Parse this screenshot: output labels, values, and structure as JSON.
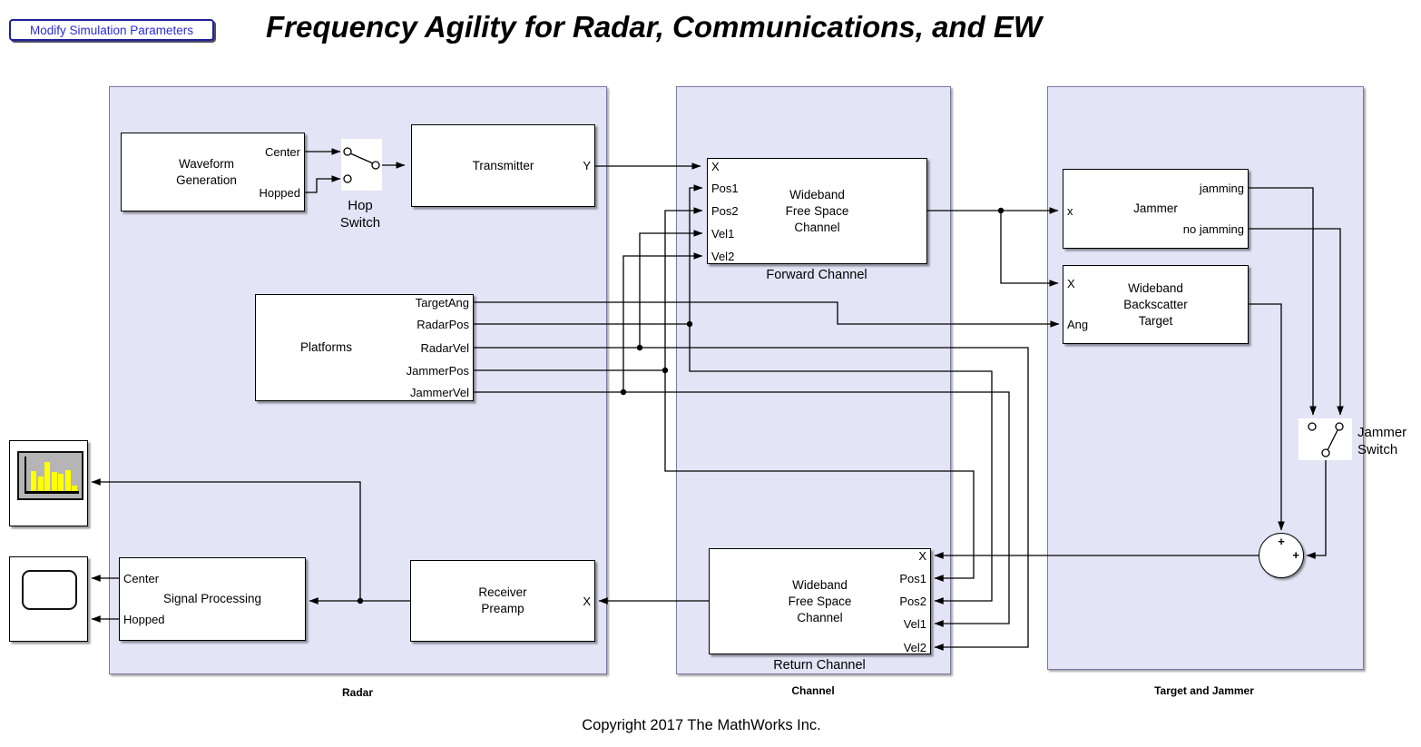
{
  "toolbar": {
    "modify_button_label": "Modify Simulation Parameters"
  },
  "title": "Frequency Agility for Radar, Communications, and EW",
  "copyright": "Copyright 2017 The MathWorks Inc.",
  "regions": {
    "radar": {
      "label": "Radar"
    },
    "channel": {
      "label": "Channel"
    },
    "target_jammer": {
      "label": "Target and Jammer"
    }
  },
  "blocks": {
    "waveform_generation": {
      "name": [
        "Waveform",
        "Generation"
      ],
      "out_ports": [
        "Center",
        "Hopped"
      ]
    },
    "hop_switch": {
      "label": [
        "Hop",
        "Switch"
      ]
    },
    "transmitter": {
      "name": "Transmitter",
      "out_port": "Y"
    },
    "forward_channel": {
      "name": [
        "Wideband",
        "Free Space",
        "Channel"
      ],
      "caption": "Forward Channel",
      "in_ports": [
        "X",
        "Pos1",
        "Pos2",
        "Vel1",
        "Vel2"
      ]
    },
    "jammer": {
      "name": "Jammer",
      "in_port": "x",
      "out_ports": [
        "jamming",
        "no jamming"
      ]
    },
    "backscatter_target": {
      "name": [
        "Wideband",
        "Backscatter",
        "Target"
      ],
      "in_ports": [
        "X",
        "Ang"
      ]
    },
    "platforms": {
      "name": "Platforms",
      "out_ports": [
        "TargetAng",
        "RadarPos",
        "RadarVel",
        "JammerPos",
        "JammerVel"
      ]
    },
    "jammer_switch": {
      "label": [
        "Jammer",
        "Switch"
      ]
    },
    "sum": {
      "plus_top": "+",
      "plus_right": "+"
    },
    "return_channel": {
      "name": [
        "Wideband",
        "Free Space",
        "Channel"
      ],
      "caption": "Return Channel",
      "in_ports": [
        "X",
        "Pos1",
        "Pos2",
        "Vel1",
        "Vel2"
      ]
    },
    "receiver_preamp": {
      "name": [
        "Receiver",
        "Preamp"
      ],
      "in_port": "X"
    },
    "signal_processing": {
      "name": "Signal Processing",
      "out_ports": [
        "Center",
        "Hopped"
      ]
    },
    "spectrum_analyzer": {
      "icon": "spectrum-bars-icon",
      "bar_heights": [
        0.55,
        0.4,
        0.8,
        0.52,
        0.48,
        0.58,
        0.16
      ]
    },
    "scope": {
      "icon": "scope-screen-icon"
    }
  },
  "colors": {
    "region_fill": "#e4e4f7",
    "region_border": "#7a7aa3",
    "wire": "#000000",
    "bar_yellow": "#ffff00",
    "screen_gray": "#b5b5b5",
    "link_blue": "#2a2ae0"
  }
}
